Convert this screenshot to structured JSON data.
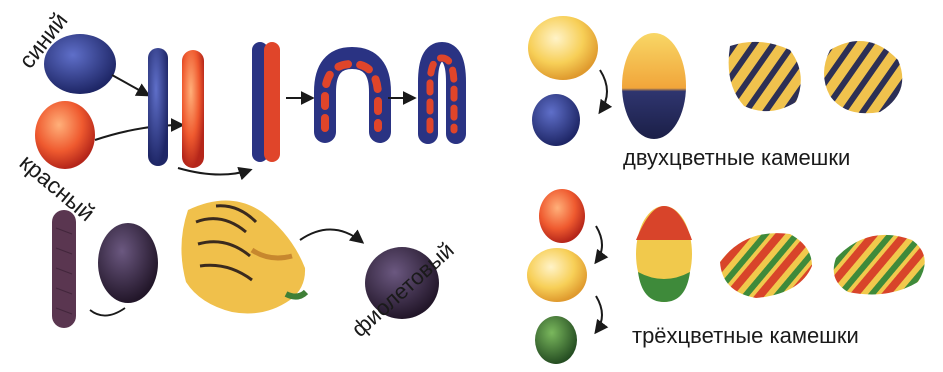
{
  "labels": {
    "blue": "синий",
    "red": "красный",
    "violet": "фиолетовый",
    "two_color": "двухцветные камешки",
    "three_color": "трёхцветные камешки"
  },
  "colors": {
    "blue": "#2f3b8f",
    "red": "#e0452a",
    "violet": "#3b2a4a",
    "yellow": "#f2c84a",
    "green": "#3f7f36"
  }
}
